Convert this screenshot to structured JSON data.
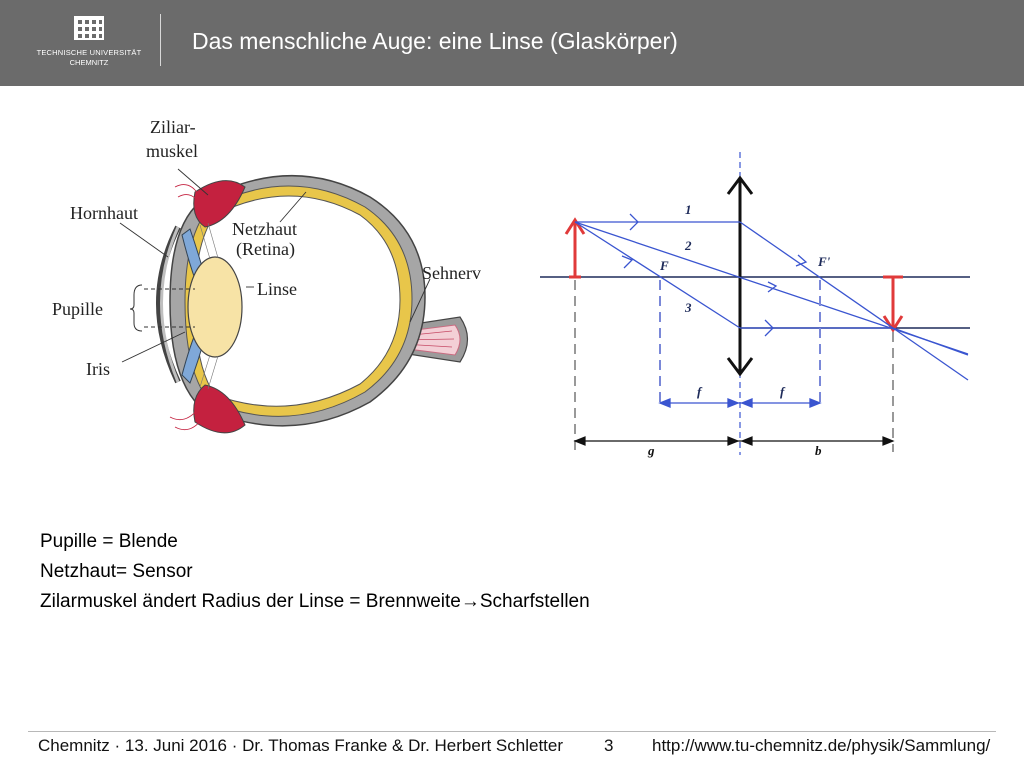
{
  "header": {
    "university_line1": "TECHNISCHE UNIVERSITÄT",
    "university_line2": "CHEMNITZ",
    "title": "Das menschliche Auge: eine Linse (Glaskörper)"
  },
  "eye_diagram": {
    "labels": {
      "ziliarmuskel_1": "Ziliar-",
      "ziliarmuskel_2": "muskel",
      "hornhaut": "Hornhaut",
      "netzhaut_1": "Netzhaut",
      "netzhaut_2": "(Retina)",
      "sehnerv": "Sehnerv",
      "linse": "Linse",
      "pupille": "Pupille",
      "iris": "Iris"
    }
  },
  "lens_diagram": {
    "ray_labels": [
      "1",
      "2",
      "3"
    ],
    "focus_left": "F",
    "focus_right": "F'",
    "focal_left": "f",
    "focal_right": "f",
    "object_distance": "g",
    "image_distance": "b"
  },
  "body": {
    "line1": "Pupille = Blende",
    "line2": "Netzhaut= Sensor",
    "line3": "Zilarmuskel ändert Radius der Linse = Brennweite→Scharfstellen"
  },
  "footer": {
    "left": "Chemnitz · 13. Juni 2016 · Dr. Thomas Franke & Dr. Herbert Schletter",
    "page": "3",
    "url": "http://www.tu-chemnitz.de/physik/Sammlung/"
  }
}
